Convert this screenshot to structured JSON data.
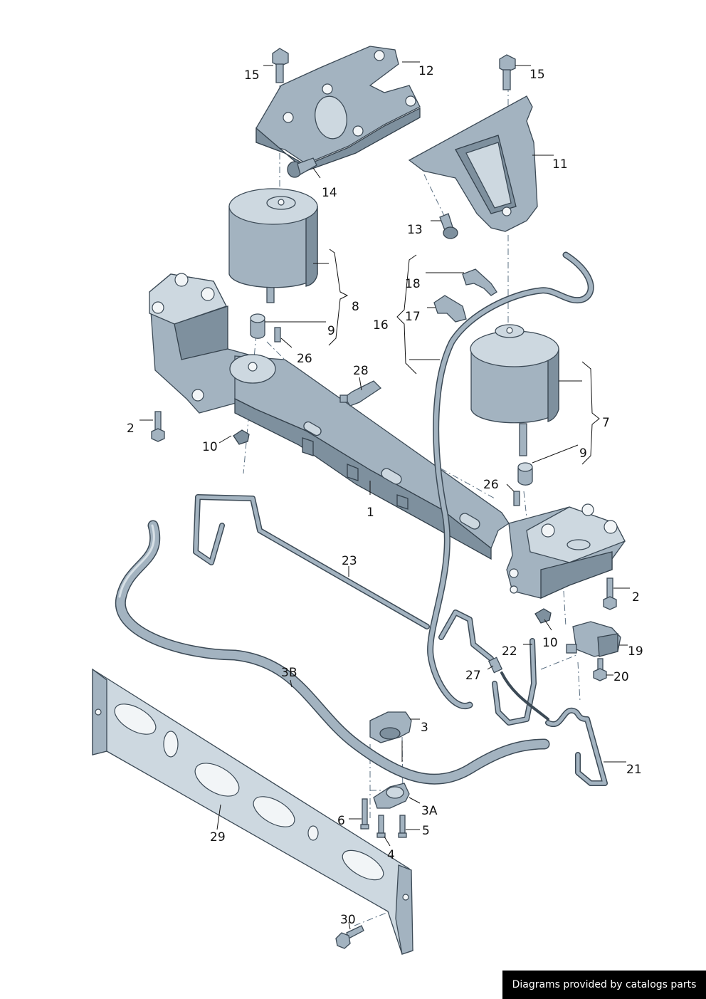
{
  "colors": {
    "part": "#a3b3c0",
    "part_light": "#cdd8e0",
    "part_dark": "#7e909e",
    "outline": "#3c4a56",
    "credit_bg": "#000000",
    "credit_text": "#ffffff"
  },
  "labels": {
    "p1": "1",
    "p2a": "2",
    "p2b": "2",
    "p3": "3",
    "p3a": "3A",
    "p3b": "3B",
    "p4": "4",
    "p5": "5",
    "p6": "6",
    "p7": "7",
    "p8": "8",
    "p9a": "9",
    "p9b": "9",
    "p10a": "10",
    "p10b": "10",
    "p11": "11",
    "p12": "12",
    "p13": "13",
    "p14": "14",
    "p15a": "15",
    "p15b": "15",
    "p16": "16",
    "p17": "17",
    "p18": "18",
    "p19": "19",
    "p20": "20",
    "p21": "21",
    "p22": "22",
    "p23": "23",
    "p26a": "26",
    "p26b": "26",
    "p27": "27",
    "p28": "28",
    "p29": "29",
    "p30": "30"
  },
  "credit": "Diagrams provided by catalogs parts"
}
